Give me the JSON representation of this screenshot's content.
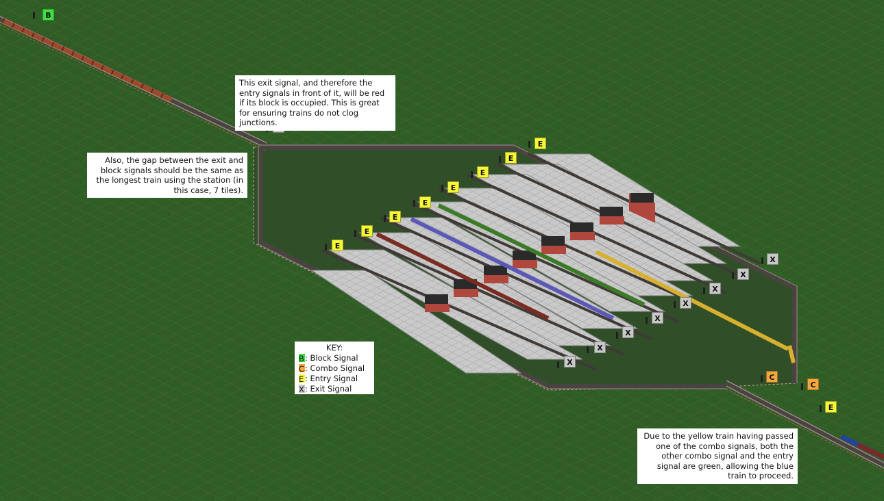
{
  "annotations": {
    "exit_note": "This exit signal, and therefore the entry signals in front of it, will be red if its block is occupied. This is great for ensuring trains do not clog junctions.",
    "gap_note": "Also, the gap between the exit and block signals should be the same as the longest train using the station (in this case, 7 tiles).",
    "combo_note": "Due to the yellow train having passed one of the combo signals, both the other combo signal and the entry signal are green, allowing the blue train to proceed."
  },
  "key": {
    "title": "KEY:",
    "items": [
      {
        "letter": "B",
        "label": ": Block Signal",
        "color": "#3fe03f"
      },
      {
        "letter": "C",
        "label": ": Combo Signal",
        "color": "#f5a83c"
      },
      {
        "letter": "E",
        "label": ": Entry Signal",
        "color": "#f7f73a"
      },
      {
        "letter": "X",
        "label": ": Exit Signal",
        "color": "#c8c8c8"
      }
    ]
  },
  "markers": {
    "block": {
      "letter": "B",
      "color": "#3fe03f"
    },
    "combo": {
      "letter": "C",
      "color": "#f5a83c"
    },
    "entry": {
      "letter": "E",
      "color": "#f7f73a"
    },
    "exit": {
      "letter": "X",
      "color": "#c8c8c8"
    }
  }
}
